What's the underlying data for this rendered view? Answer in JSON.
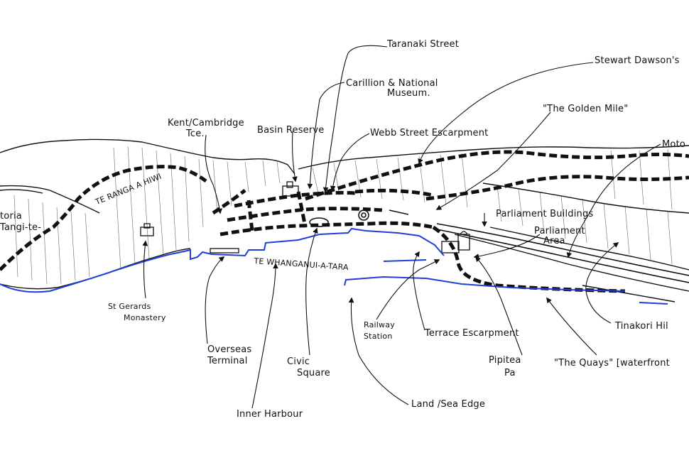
{
  "colors": {
    "ink": "#111111",
    "water": "#1f3fd6",
    "paper": "#ffffff"
  },
  "labels": {
    "taranaki_street": "Taranaki Street",
    "stewart_dawsons": "Stewart Dawson's",
    "carillion_line1": "Carillion & National",
    "carillion_line2": "Museum.",
    "golden_mile": "\"The Golden Mile\"",
    "kent_line1": "Kent/Cambridge",
    "kent_line2": "Tce.",
    "basin_reserve": "Basin Reserve",
    "webb_street": "Webb Street Escarpment",
    "motorway": "Moto",
    "te_ranga": "TE RANGA A HIWI",
    "victoria_line1": "toria",
    "victoria_line2": "Tangi-te-",
    "parliament_buildings": "Parliament Buildings",
    "parliament_area_line1": "Parliament",
    "parliament_area_line2": "Area",
    "te_whanganui": "TE WHANGANUI-A-TARA",
    "st_gerards_line1": "St Gerards",
    "st_gerards_line2": "Monastery",
    "railway_line1": "Railway",
    "railway_line2": "Station",
    "terrace_escarpment": "Terrace Escarpment",
    "tinakori_hill": "Tinakori Hil",
    "overseas_line1": "Overseas",
    "overseas_line2": "Terminal",
    "civic_line1": "Civic",
    "civic_line2": "Square",
    "pipitea_line1": "Pipitea",
    "pipitea_line2": "Pa",
    "the_quays": "\"The Quays\" [waterfront",
    "land_sea_edge": "Land /Sea Edge",
    "inner_harbour": "Inner Harbour"
  }
}
